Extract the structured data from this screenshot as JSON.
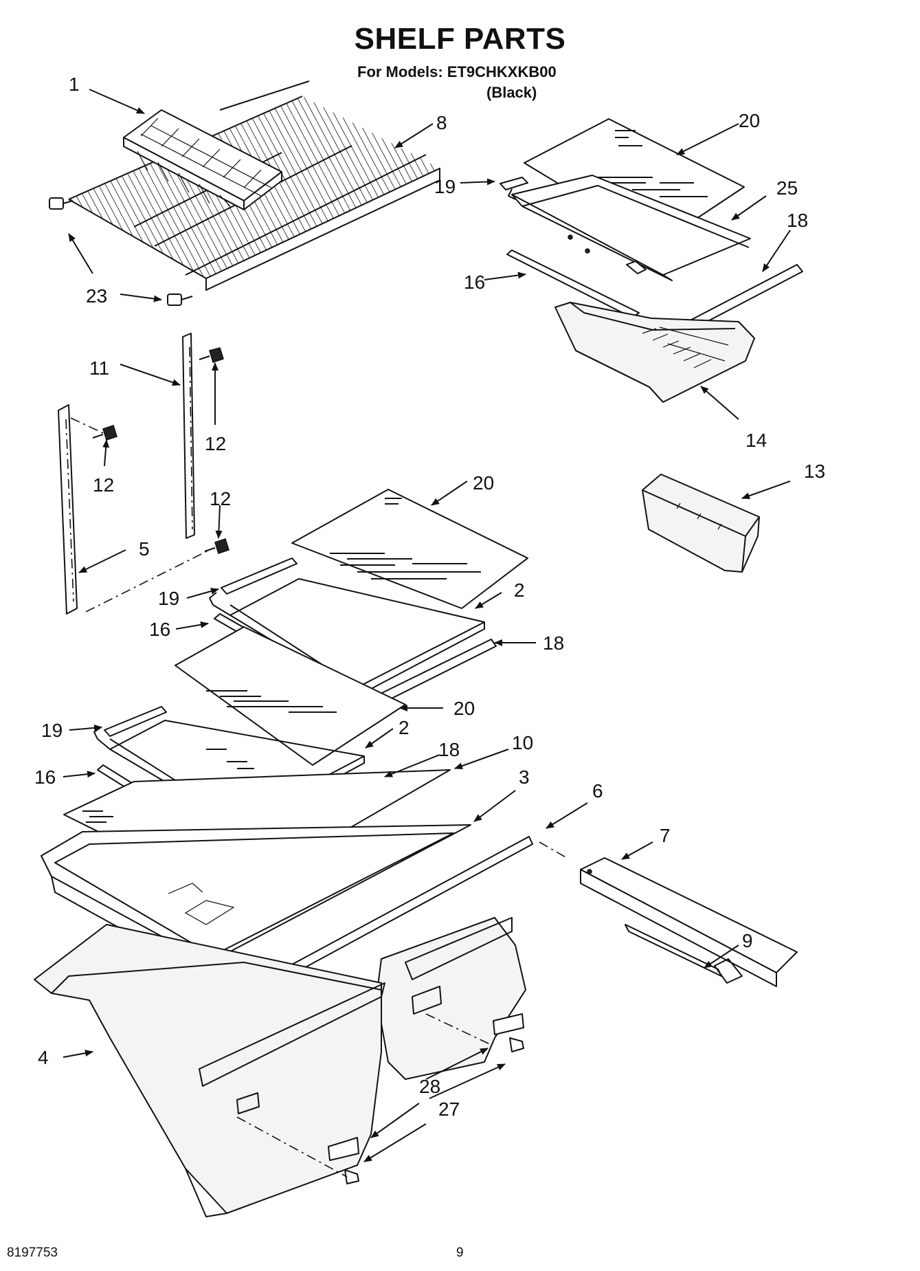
{
  "title": "SHELF PARTS",
  "models_line": "For Models: ET9CHKXKB00",
  "color_line": "(Black)",
  "footer": {
    "doc_number": "8197753",
    "page": "9"
  },
  "callouts": [
    "1",
    "8",
    "23",
    "20",
    "25",
    "19",
    "18",
    "16",
    "14",
    "13",
    "11",
    "12",
    "12",
    "12",
    "5",
    "20",
    "19",
    "2",
    "16",
    "18",
    "20",
    "19",
    "2",
    "18",
    "10",
    "16",
    "3",
    "6",
    "7",
    "9",
    "4",
    "28",
    "27"
  ]
}
